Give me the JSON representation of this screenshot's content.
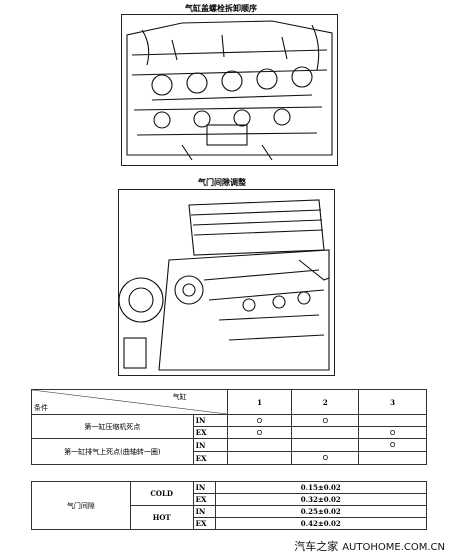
{
  "figure1": {
    "title": "气缸盖螺栓拆卸顺序"
  },
  "figure2": {
    "title": "气门间隙调整"
  },
  "table1": {
    "header_cylinder": "气缸",
    "header_condition": "条件",
    "cylinders": [
      "1",
      "2",
      "3"
    ],
    "rows": [
      {
        "condition": "第一缸压缩机死点",
        "valve": "IN",
        "marks": [
          "O",
          "O",
          ""
        ]
      },
      {
        "condition": "",
        "valve": "EX",
        "marks": [
          "O",
          "",
          "O"
        ]
      },
      {
        "condition": "第一缸排气上死点(曲轴转一圈)",
        "valve": "IN",
        "marks": [
          "",
          "",
          "O"
        ]
      },
      {
        "condition": "",
        "valve": "EX",
        "marks": [
          "",
          "O",
          ""
        ]
      }
    ]
  },
  "table2": {
    "label": "气门间隙",
    "cold": "COLD",
    "hot": "HOT",
    "rows": [
      {
        "valve": "IN",
        "value": "0.15±0.02"
      },
      {
        "valve": "EX",
        "value": "0.32±0.02"
      },
      {
        "valve": "IN",
        "value": "0.25±0.02"
      },
      {
        "valve": "EX",
        "value": "0.42±0.02"
      }
    ]
  },
  "footer": {
    "brand_cn": "汽车之家",
    "brand_en": "AUTOHOME.COM.CN"
  }
}
